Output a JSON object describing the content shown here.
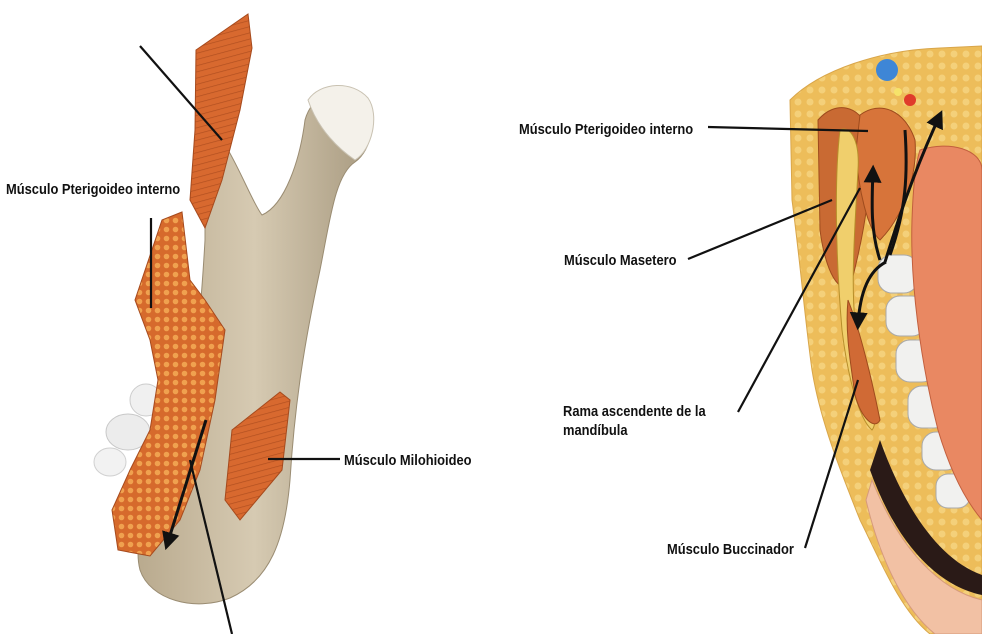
{
  "left_figure": {
    "labels": {
      "pterigoideo_interno": "Músculo Pterigoideo interno",
      "milohioideo": "Músculo Milohioideo"
    }
  },
  "right_figure": {
    "labels": {
      "pterigoideo_interno": "Músculo Pterigoideo interno",
      "masetero": "Músculo Masetero",
      "rama_line1": "Rama ascendente de la",
      "rama_line2": "mandíbula",
      "buccinador": "Músculo Buccinador"
    }
  },
  "colors": {
    "bone": "#cdbfa4",
    "muscle": "#d86a32",
    "fat": "#e9b24a",
    "tongue": "#e98862",
    "tooth": "#f1f1ef"
  }
}
